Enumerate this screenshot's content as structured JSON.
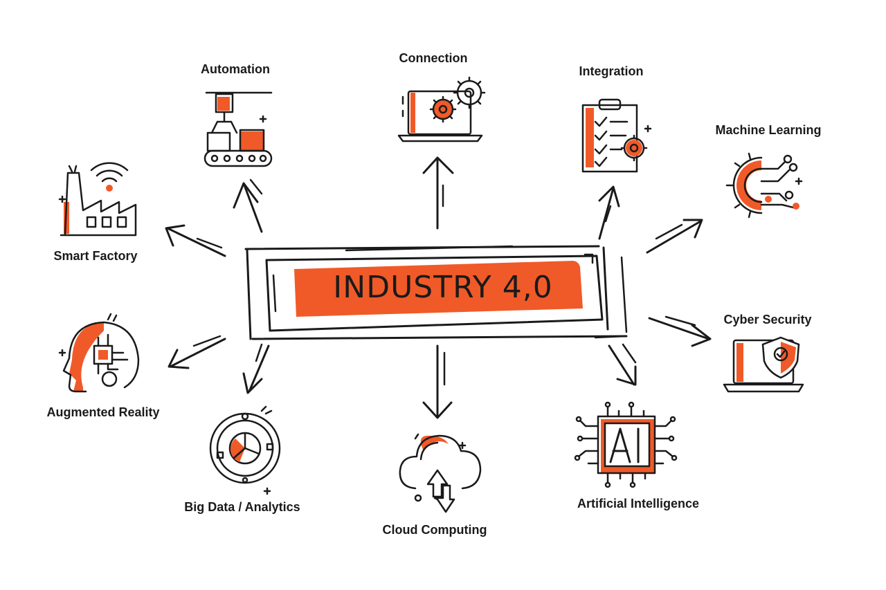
{
  "center": {
    "title": "INDUSTRY 4,0"
  },
  "colors": {
    "accent": "#f05a28",
    "ink": "#1a1a1a",
    "background": "#ffffff"
  },
  "nodes": [
    {
      "id": "automation",
      "label": "Automation",
      "icon": "robotic-arm-conveyor-icon"
    },
    {
      "id": "connection",
      "label": "Connection",
      "icon": "laptop-gears-icon"
    },
    {
      "id": "integration",
      "label": "Integration",
      "icon": "clipboard-checklist-gear-icon"
    },
    {
      "id": "machine-learning",
      "label": "Machine Learning",
      "icon": "gear-circuit-icon"
    },
    {
      "id": "smart-factory",
      "label": "Smart Factory",
      "icon": "factory-wifi-icon"
    },
    {
      "id": "cyber-security",
      "label": "Cyber Security",
      "icon": "laptop-shield-icon"
    },
    {
      "id": "augmented-reality",
      "label": "Augmented Reality",
      "icon": "head-chip-icon"
    },
    {
      "id": "artificial-intelligence",
      "label": "Artificial Intelligence",
      "icon": "ai-chip-icon"
    },
    {
      "id": "big-data",
      "label": "Big Data / Analytics",
      "icon": "pie-chart-target-icon"
    },
    {
      "id": "cloud-computing",
      "label": "Cloud Computing",
      "icon": "cloud-transfer-icon"
    }
  ]
}
